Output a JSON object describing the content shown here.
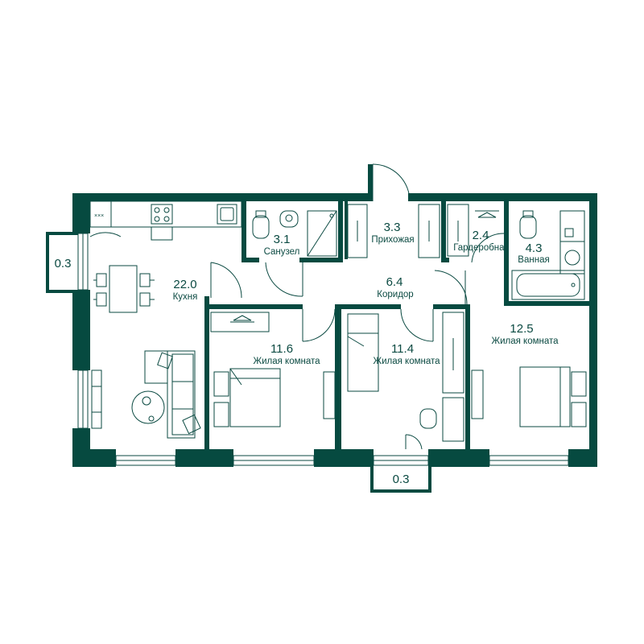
{
  "colors": {
    "wall": "#064a40",
    "line": "#0b4a42",
    "background": "#ffffff"
  },
  "rooms": [
    {
      "key": "kitchen",
      "area": "22.0",
      "name": "Кухня"
    },
    {
      "key": "bathroom1",
      "area": "3.1",
      "name": "Санузел"
    },
    {
      "key": "hall",
      "area": "3.3",
      "name": "Прихожая"
    },
    {
      "key": "wardrobe",
      "area": "2.4",
      "name": "Гардеробная"
    },
    {
      "key": "bathroom2",
      "area": "4.3",
      "name": "Ванная"
    },
    {
      "key": "corridor",
      "area": "6.4",
      "name": "Коридор"
    },
    {
      "key": "bedroom1",
      "area": "11.6",
      "name": "Жилая комната"
    },
    {
      "key": "bedroom2",
      "area": "11.4",
      "name": "Жилая комната"
    },
    {
      "key": "bedroom3",
      "area": "12.5",
      "name": "Жилая комната"
    }
  ],
  "balconies": [
    {
      "key": "left-balcony",
      "area": "0.3"
    },
    {
      "key": "bottom-balcony",
      "area": "0.3"
    }
  ],
  "icons": [
    "stove-icon",
    "sink-icon",
    "toilet-icon",
    "shower-icon",
    "bathtub-icon",
    "washing-machine-icon",
    "bed-icon",
    "sofa-icon",
    "dining-table-icon",
    "desk-icon",
    "wardrobe-icon",
    "entrance-door-icon"
  ]
}
